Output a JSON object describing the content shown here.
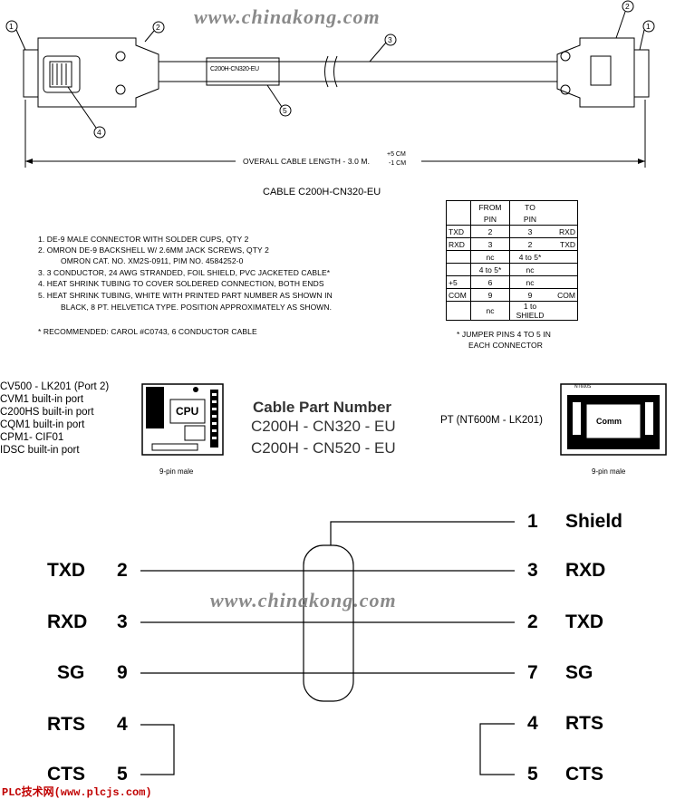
{
  "watermark": "www.chinakong.com",
  "cable_drawing": {
    "callouts": [
      "1",
      "2",
      "3",
      "4",
      "5"
    ],
    "part_label": "C200H-CN320-EU",
    "length_label": "OVERALL CABLE LENGTH  -  3.0 M.",
    "tol_plus": "+5 CM",
    "tol_minus": "-1 CM",
    "title": "CABLE  C200H-CN320-EU"
  },
  "notes": [
    "1.  DE-9 MALE CONNECTOR WITH SOLDER CUPS, QTY 2",
    "2.  OMRON DE-9 BACKSHELL W/ 2.6MM JACK SCREWS, QTY 2",
    "OMRON CAT. NO. XM2S-0911, PIM NO. 4584252-0",
    "3.  3 CONDUCTOR, 24 AWG STRANDED, FOIL SHIELD, PVC JACKETED CABLE*",
    "4.  HEAT SHRINK TUBING TO COVER SOLDERED CONNECTION, BOTH ENDS",
    "5.  HEAT SHRINK TUBING, WHITE WITH PRINTED PART NUMBER AS SHOWN IN",
    "BLACK, 8 PT. HELVETICA TYPE.  POSITION APPROXIMATELY AS SHOWN."
  ],
  "recommended": "* RECOMMENDED:  CAROL #C0743, 6 CONDUCTOR CABLE",
  "pin_table": {
    "header": [
      "FROM",
      "TO"
    ],
    "subheader": [
      "PIN",
      "PIN"
    ],
    "rows": [
      [
        "TXD",
        "2",
        "3",
        "RXD"
      ],
      [
        "RXD",
        "3",
        "2",
        "TXD"
      ],
      [
        "",
        "nc",
        "4 to 5*",
        ""
      ],
      [
        "",
        "4 to 5*",
        "nc",
        ""
      ],
      [
        "+5",
        "6",
        "nc",
        ""
      ],
      [
        "COM",
        "9",
        "9",
        "COM"
      ],
      [
        "",
        "nc",
        "1 to SHIELD",
        ""
      ]
    ],
    "note1": "* JUMPER PINS 4 TO 5 IN",
    "note2": "EACH CONNECTOR"
  },
  "left_devices": [
    "CV500 - LK201  (Port 2)",
    "CVM1  built-in port",
    "C200HS  built-in port",
    "CQM1  built-in port",
    "CPM1- CIF01",
    "IDSC  built-in port"
  ],
  "cpu_box": {
    "label": "CPU",
    "caption": "9-pin male"
  },
  "cable_pn": {
    "title": "Cable Part Number",
    "line1": "C200H - CN320 - EU",
    "line2": "C200H - CN520 - EU"
  },
  "right_device": "PT (NT600M - LK201)",
  "comm_box": {
    "label": "Comm",
    "tag": "NT600S",
    "caption": "9-pin male"
  },
  "wiring": {
    "left": [
      {
        "name": "TXD",
        "pin": "2"
      },
      {
        "name": "RXD",
        "pin": "3"
      },
      {
        "name": "SG",
        "pin": "9"
      },
      {
        "name": "RTS",
        "pin": "4"
      },
      {
        "name": "CTS",
        "pin": "5"
      }
    ],
    "right": [
      {
        "pin": "1",
        "name": "Shield"
      },
      {
        "pin": "3",
        "name": "RXD"
      },
      {
        "pin": "2",
        "name": "TXD"
      },
      {
        "pin": "7",
        "name": "SG"
      },
      {
        "pin": "4",
        "name": "RTS"
      },
      {
        "pin": "5",
        "name": "CTS"
      }
    ]
  },
  "footer": "PLC技术网(www.plcjs.com)"
}
